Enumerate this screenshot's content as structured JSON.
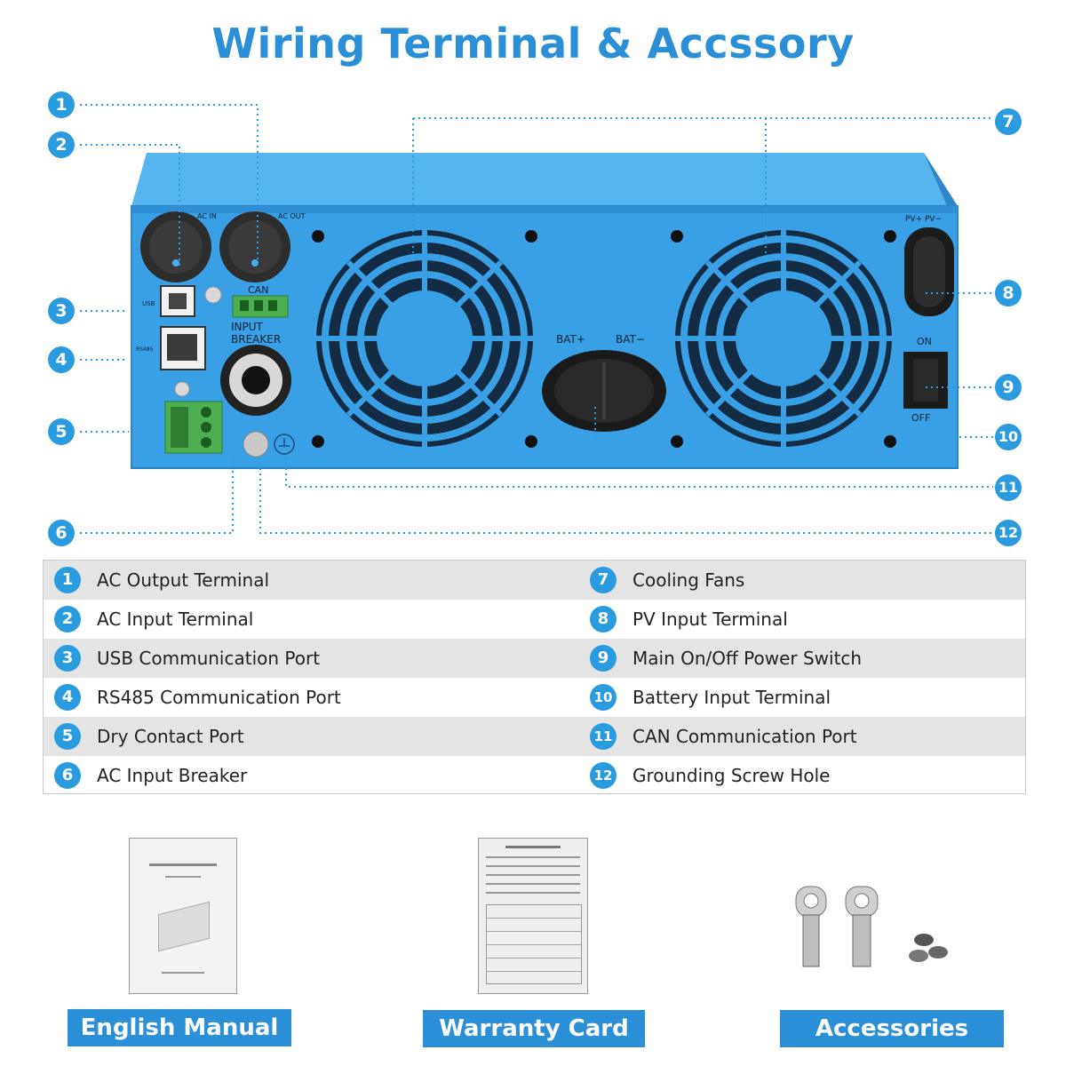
{
  "title": "Wiring Terminal & Accssory",
  "colors": {
    "accent": "#2b9be0",
    "device": "#3aa0e6",
    "table_shade": "#e4e4e4"
  },
  "device_labels": {
    "ac_in": "AC IN",
    "ac_out": "AC OUT",
    "usb": "USB",
    "rs485": "RS485",
    "can": "CAN",
    "input_breaker_1": "INPUT",
    "input_breaker_2": "BREAKER",
    "bat_plus": "BAT+",
    "bat_minus": "BAT−",
    "pv": "PV+ PV−",
    "on": "ON",
    "off": "OFF"
  },
  "callouts": [
    "1",
    "2",
    "3",
    "4",
    "5",
    "6",
    "7",
    "8",
    "9",
    "10",
    "11",
    "12"
  ],
  "legend": {
    "left": [
      {
        "num": "1",
        "label": "AC Output Terminal"
      },
      {
        "num": "2",
        "label": "AC Input Terminal"
      },
      {
        "num": "3",
        "label": "USB Communication Port"
      },
      {
        "num": "4",
        "label": "RS485 Communication Port"
      },
      {
        "num": "5",
        "label": "Dry Contact Port"
      },
      {
        "num": "6",
        "label": "AC Input Breaker"
      }
    ],
    "right": [
      {
        "num": "7",
        "label": "Cooling Fans"
      },
      {
        "num": "8",
        "label": "PV Input Terminal"
      },
      {
        "num": "9",
        "label": "Main On/Off Power Switch"
      },
      {
        "num": "10",
        "label": "Battery Input Terminal"
      },
      {
        "num": "11",
        "label": "CAN Communication Port"
      },
      {
        "num": "12",
        "label": "Grounding Screw Hole"
      }
    ]
  },
  "accessories": [
    {
      "caption": "English Manual"
    },
    {
      "caption": "Warranty Card"
    },
    {
      "caption": "Accessories"
    }
  ]
}
